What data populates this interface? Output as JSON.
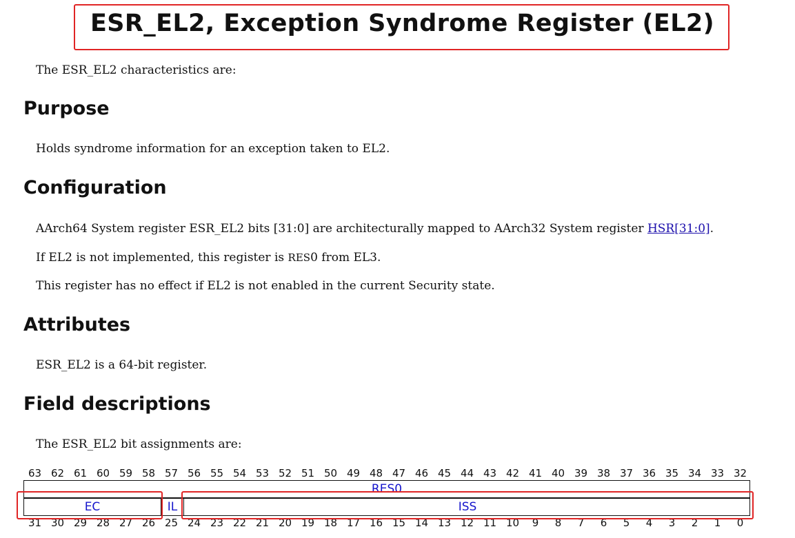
{
  "title": "ESR_EL2, Exception Syndrome Register (EL2)",
  "intro": "The ESR_EL2 characteristics are:",
  "purpose": {
    "heading": "Purpose",
    "text": "Holds syndrome information for an exception taken to EL2."
  },
  "configuration": {
    "heading": "Configuration",
    "mapping_text": "AArch64 System register ESR_EL2 bits [31:0] are architecturally mapped to AArch32 System register",
    "mapping_link": "HSR[31:0]",
    "mapping_end": ".",
    "res0_text_before": "If EL2 is not implemented, this register is",
    "res0_word": "RES",
    "res0_digit": "0",
    "res0_text_after": "from EL3.",
    "effect_text": "This register has no effect if EL2 is not enabled in the current Security state."
  },
  "attributes": {
    "heading": "Attributes",
    "text": "ESR_EL2 is a 64-bit register."
  },
  "field_descriptions": {
    "heading": "Field descriptions",
    "intro": "The ESR_EL2 bit assignments are:",
    "upper_bits": [
      "63",
      "62",
      "61",
      "60",
      "59",
      "58",
      "57",
      "56",
      "55",
      "54",
      "53",
      "52",
      "51",
      "50",
      "49",
      "48",
      "47",
      "46",
      "45",
      "44",
      "43",
      "42",
      "41",
      "40",
      "39",
      "38",
      "37",
      "36",
      "35",
      "34",
      "33",
      "32"
    ],
    "lower_bits": [
      "31",
      "30",
      "29",
      "28",
      "27",
      "26",
      "25",
      "24",
      "23",
      "22",
      "21",
      "20",
      "19",
      "18",
      "17",
      "16",
      "15",
      "14",
      "13",
      "12",
      "11",
      "10",
      "9",
      "8",
      "7",
      "6",
      "5",
      "4",
      "3",
      "2",
      "1",
      "0"
    ],
    "upper_field": "RES0",
    "lower_fields": {
      "ec": "EC",
      "il": "IL",
      "iss": "ISS"
    }
  }
}
